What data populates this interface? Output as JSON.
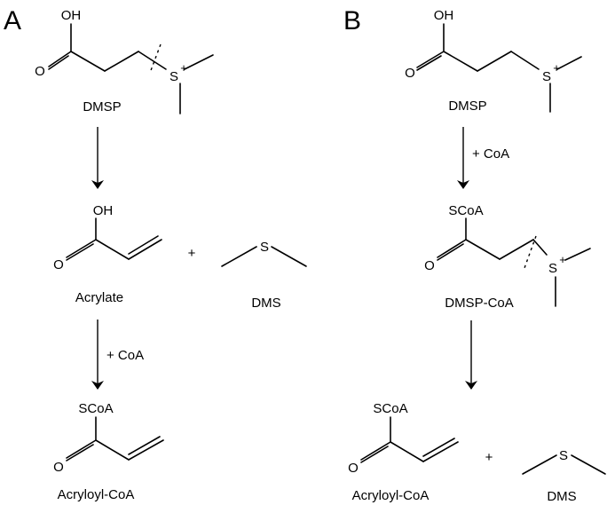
{
  "panels": {
    "a": {
      "label": "A",
      "dmsp": {
        "name": "DMSP",
        "oh": "OH",
        "o": "O",
        "s": "S",
        "charge": "+"
      },
      "acrylate": {
        "name": "Acrylate",
        "oh": "OH",
        "o": "O"
      },
      "plus": "+",
      "dms": {
        "name": "DMS",
        "s": "S"
      },
      "step_reagent": "+ CoA",
      "acryloyl_coa": {
        "name": "Acryloyl-CoA",
        "scoa": "SCoA",
        "o": "O"
      }
    },
    "b": {
      "label": "B",
      "dmsp": {
        "name": "DMSP",
        "oh": "OH",
        "o": "O",
        "s": "S",
        "charge": "+"
      },
      "step_reagent": "+ CoA",
      "dmsp_coa": {
        "name": "DMSP-CoA",
        "scoa": "SCoA",
        "o": "O",
        "s": "S",
        "charge": "+"
      },
      "acryloyl_coa": {
        "name": "Acryloyl-CoA",
        "scoa": "SCoA",
        "o": "O"
      },
      "plus": "+",
      "dms": {
        "name": "DMS",
        "s": "S"
      }
    }
  }
}
